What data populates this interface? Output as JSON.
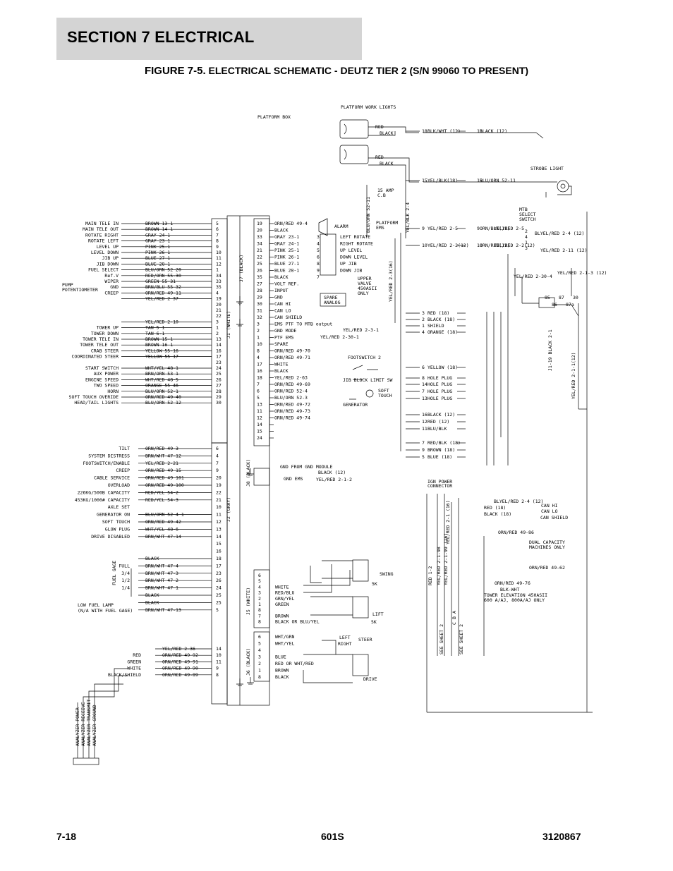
{
  "header": {
    "section_label": "SECTION 7   ELECTRICAL"
  },
  "figure": {
    "prefix": "FIGURE 7-5.",
    "title": "ELECTRICAL SCHEMATIC - DEUTZ TIER 2 (S/N 99060 TO PRESENT)"
  },
  "footer": {
    "page": "7-18",
    "model": "601S",
    "doc_number": "3120867"
  },
  "schematic": {
    "top_labels": {
      "platform_box": "PLATFORM BOX",
      "work_lights": "PLATFORM WORK LIGHTS",
      "strobe": "STROBE LIGHT",
      "mtb_select": [
        "MTB",
        "SELECT",
        "SWITCH"
      ],
      "cb": [
        "15 AMP",
        "C.B"
      ],
      "alarm": "ALARM",
      "platform_ems": [
        "PLATFORM",
        "EMS"
      ],
      "upper_valve": [
        "UPPER",
        "VALVE",
        "450ASII",
        "ONLY"
      ],
      "spare_analog": [
        "SPARE",
        "ANALOG"
      ],
      "footswitch2": "FOOTSWITCH 2",
      "jib_limit": "JIB BLOCK LIMIT SW",
      "soft_touch": [
        "SOFT",
        "TOUCH"
      ],
      "generator": "GENERATOR",
      "gnd_from_module": "GND FROM GND MODULE",
      "gnd_ems": "GND EMS",
      "ign_power": [
        "IGN POWER",
        "CONNECTOR"
      ],
      "dual_capacity": [
        "DUAL CAPACITY",
        "MACHINES ONLY"
      ],
      "tower_elev": [
        "TOWER ELEVATION 450ASII",
        "600 A/AJ, 800A/AJ ONLY"
      ],
      "see_sheet": "SEE SHEET 2",
      "swing": "SWING",
      "lift": "LIFT",
      "steer": "STEER",
      "drive": "DRIVE",
      "left": "LEFT",
      "right": "RIGHT",
      "fuel_gage": "FUEL GAGE",
      "low_fuel": [
        "LOW FUEL LAMP",
        "(N/A WITH FUEL GAGE)"
      ],
      "pump_pot": [
        "PUMP",
        "POTENTIOMETER"
      ],
      "analyzer": [
        "ANALYZER POWER",
        "ANALYZER RECEIVE",
        "ANALYZER TRANSMIT",
        "ANALYZER GROUND"
      ]
    },
    "connectors": {
      "j1": "J1 (WHITE)",
      "j7": "J7 (BLACK)",
      "j2": "J2 (GRAY)",
      "j8": "J8 (BLACK)",
      "j5": "J5 (WHITE)",
      "j6": "J6 (BLACK)"
    },
    "j1_left": [
      [
        "MAIN TELE IN",
        "BROWN 13-1",
        "5"
      ],
      [
        "MAIN TELE OUT",
        "BROWN 14-1",
        "6"
      ],
      [
        "ROTATE RIGHT",
        "GRAY 24-1",
        "7"
      ],
      [
        "ROTATE LEFT",
        "GRAY 23-1",
        "8"
      ],
      [
        "LEVEL UP",
        "PINK 25-1",
        "9"
      ],
      [
        "LEVEL DOWN",
        "PINK 26-1",
        "10"
      ],
      [
        "JIB UP",
        "BLUE 27-1",
        "11"
      ],
      [
        "JIB DOWN",
        "BLUE 28-1",
        "12"
      ],
      [
        "FUEL SELECT",
        "BLU/ORN 52-20",
        "1"
      ],
      [
        "Ref.V",
        "RED/ORN 55-30",
        "34"
      ],
      [
        "WIPER",
        "GREEN 55-31",
        "33"
      ],
      [
        "GND",
        "BRN/BLU 55-32",
        "35"
      ],
      [
        "CREEP",
        "ORN/RED 49-11",
        "4"
      ],
      [
        "",
        "YEL/RED 2-37",
        "19"
      ],
      [
        "",
        "",
        "20"
      ],
      [
        "",
        "",
        "21"
      ],
      [
        "",
        "",
        "22"
      ],
      [
        "",
        "YEL/RED 2-10",
        "3"
      ],
      [
        "TOWER UP",
        "TAN 5-1",
        "1"
      ],
      [
        "TOWER DOWN",
        "TAN 6-1",
        "2"
      ],
      [
        "TOWER TELE IN",
        "BROWN 15-1",
        "13"
      ],
      [
        "TOWER TELE OUT",
        "BROWN 16-1",
        "14"
      ],
      [
        "CRAB STEER",
        "YELLOW 55-16",
        "16"
      ],
      [
        "COORDINATED STEER",
        "YELLOW 55-17",
        "17"
      ],
      [
        "",
        "",
        "23"
      ],
      [
        "START SWITCH",
        "WHT/YEL 48-1",
        "24"
      ],
      [
        "AUX POWER",
        "BRN/ORN 53-1",
        "25"
      ],
      [
        "ENGINE SPEED",
        "WHT/RED 48-5",
        "26"
      ],
      [
        "TWO SPEED",
        "ORANGE 55-46",
        "27"
      ],
      [
        "HORN",
        "BLU/ORN 52-1",
        "28"
      ],
      [
        "SOFT TOUCH OVERIDE",
        "ORN/RED 49-40",
        "29"
      ],
      [
        "HEAD/TAIL LIGHTS",
        "BLU/ORN 52-12",
        "30"
      ]
    ],
    "j7_right": [
      [
        "19",
        "ORN/RED 49-4"
      ],
      [
        "20",
        "BLACK"
      ],
      [
        "33",
        "GRAY 23-1",
        "3",
        "LEFT ROTATE"
      ],
      [
        "34",
        "GRAY 24-1",
        "4",
        "RIGHT ROTATE"
      ],
      [
        "21",
        "PINK 25-1",
        "5",
        "UP LEVEL"
      ],
      [
        "22",
        "PINK 26-1",
        "6",
        "DOWN LEVEL"
      ],
      [
        "25",
        "BLUE 27-1",
        "8",
        "UP JIB"
      ],
      [
        "26",
        "BLUE 28-1",
        "9",
        "DOWN JIB"
      ],
      [
        "35",
        "BLACK",
        "7"
      ],
      [
        "27",
        "VOLT REF."
      ],
      [
        "28",
        "INPUT"
      ],
      [
        "29",
        "GND"
      ],
      [
        "30",
        "CAN HI"
      ],
      [
        "31",
        "CAN LO"
      ],
      [
        "32",
        "CAN SHIELD"
      ],
      [
        "3",
        "EMS PTF TO MTB output"
      ],
      [
        "2",
        "GND MODE"
      ],
      [
        "1",
        "PTF EMS"
      ],
      [
        "10",
        "SPARE"
      ],
      [
        "8",
        "ORN/RED 49-70"
      ],
      [
        "4",
        "ORN/RED 49-71"
      ],
      [
        "17",
        "WHITE"
      ],
      [
        "16",
        "BLACK"
      ],
      [
        "18",
        "YEL/RED 2-63"
      ],
      [
        "7",
        "ORN/RED 49-69"
      ],
      [
        "6",
        "ORN/RED 52-4"
      ],
      [
        "5",
        "BLU/ORN 52-3"
      ],
      [
        "13",
        "ORN/RED 49-72"
      ],
      [
        "11",
        "ORN/RED 49-73"
      ],
      [
        "12",
        "ORN/RED 49-74"
      ],
      [
        "14",
        ""
      ],
      [
        "15",
        ""
      ],
      [
        "24",
        ""
      ]
    ],
    "j2_left": [
      [
        "TILT",
        "ORN/RED 49-3",
        "6"
      ],
      [
        "SYSTEM DISTRESS",
        "BRN/WHT 47-12",
        "4"
      ],
      [
        "FOOTSWITCH/ENABLE",
        "YEL/RED 2-21",
        "7"
      ],
      [
        "CREEP",
        "ORN/RED 49-15",
        "9"
      ],
      [
        "CABLE SERVICE",
        "ORN/RED 49-101",
        "20"
      ],
      [
        "OVERLOAD",
        "ORN/RED 49-100",
        "19"
      ],
      [
        "226KG/500B CAPACITY",
        "RED/YEL 54-2",
        "22"
      ],
      [
        "453KG/1000# CAPACITY",
        "RED/YEL 54-3",
        "21"
      ],
      [
        "AXLE SET",
        "",
        "10"
      ],
      [
        "GENERATOR ON",
        "BLU/ORN 52-4-1",
        "11"
      ],
      [
        "SOFT TOUCH",
        "ORN/RED 49-42",
        "12"
      ],
      [
        "GLOW PLUG",
        "WHT/YEL 48-6",
        "13"
      ],
      [
        "DRIVE DISABLED",
        "BRN/WHT 47-14",
        "14"
      ],
      [
        "",
        "",
        "15"
      ],
      [
        "",
        "",
        "16"
      ],
      [
        "",
        "BLACK",
        "18"
      ],
      [
        "FULL",
        "BRN/WHT 47-4",
        "17"
      ],
      [
        "3/4",
        "BRN/WHT 47-3",
        "23"
      ],
      [
        "1/2",
        "BRN/WHT 47-2",
        "26"
      ],
      [
        "1/4",
        "BRN/WHT 47-1",
        "24"
      ],
      [
        "",
        "BLACK",
        "25"
      ],
      [
        "",
        "BLACK",
        "25"
      ],
      [
        "",
        "BRN/WHT 47-13",
        "5"
      ]
    ],
    "j2_lower": [
      [
        "",
        "YEL/RED 2-36",
        "14"
      ],
      [
        "RED",
        "ORN/RED 49-92",
        "10"
      ],
      [
        "GREEN",
        "ORN/RED 49-91",
        "11"
      ],
      [
        "WHITE",
        "ORN/RED 49-90",
        "9"
      ],
      [
        "BLACK/SHIELD",
        "ORN/RED 49-89",
        "8"
      ]
    ],
    "j5_right": [
      [
        "6",
        ""
      ],
      [
        "5",
        ""
      ],
      [
        "4",
        "WHITE"
      ],
      [
        "3",
        "RED/BLU"
      ],
      [
        "2",
        "GRN/YEL"
      ],
      [
        "1",
        "GREEN"
      ],
      [
        "8",
        ""
      ],
      [
        "7",
        "BROWN"
      ],
      [
        "8",
        "BLACK OR BLU/YEL"
      ]
    ],
    "j6_right": [
      [
        "6",
        "WHT/GRN"
      ],
      [
        "5",
        "WHT/YEL"
      ],
      [
        "4",
        ""
      ],
      [
        "3",
        "BLUE"
      ],
      [
        "2",
        "RED OR WHT/RED"
      ],
      [
        "1",
        "BROWN"
      ],
      [
        "8",
        "BLACK"
      ]
    ],
    "right_wires": [
      [
        "18",
        "BLK/WHT (12)",
        "18",
        "BLACK (12)"
      ],
      [
        "15",
        "YEL/BLK(18)",
        "15",
        "BLU/ORN 52-11"
      ],
      [
        "9",
        "YEL/RED 2-5",
        "9",
        "ORN/BLK(18)",
        "YEL/RED 2-5"
      ],
      [
        "10",
        "YEL/RED 2-2(12)",
        "10",
        "ORN/RED(12)",
        "YEL/RED 2-2(12)"
      ],
      [
        "3",
        "RED (18)"
      ],
      [
        "2",
        "BLACK (18)"
      ],
      [
        "1",
        "SHIELD"
      ],
      [
        "4",
        "ORANGE (18)"
      ],
      [
        "6",
        "YELLOW (18)"
      ],
      [
        "8",
        "HOLE PLUG"
      ],
      [
        "14",
        "HOLE PLUG"
      ],
      [
        "7",
        "HOLE PLUG"
      ],
      [
        "13",
        "HOLE PLUG"
      ],
      [
        "16",
        "BLACK (12)"
      ],
      [
        "12",
        "RED (12)"
      ],
      [
        "11",
        "BLU/BLK"
      ],
      [
        "7",
        "RED/BLK (18)"
      ],
      [
        "9",
        "BROWN (18)"
      ],
      [
        "5",
        "BLUE (18)"
      ]
    ],
    "misc": {
      "yel_red_2_4": "BLYEL/RED 2-4 (12)",
      "can_hi": "CAN HI",
      "can_lo": "CAN LO",
      "can_shield": "CAN SHIELD",
      "red_18": "RED (18)",
      "black_18": "BLACK (18)",
      "orn_red_49_86": "ORN/RED 49-86",
      "orn_red_49_62": "ORN/RED 49-62",
      "orn_red_49_76": "ORN/RED 49-76",
      "blk_wht": "BLK-WHT",
      "yel_red_2_30_4": "YEL/RED 2-30-4",
      "yel_red_2_1_3": "YEL/RED 2-1-3 (12)",
      "yel_red_2_11": "YEL/RED 2-11 (12)",
      "j1_19_black": "J1-19 BLACK 2-1",
      "yel_red_2_1_12": "YEL/RED 2-1-1(12)",
      "yel_red_2_3": "YEL/RED 2-3(16)",
      "blu_orn_52_11": "BLU/ORN 52-11",
      "yel_blk_2_4": "YEL/BLK 2-4",
      "yel_red_2_3_1": "YEL/RED 2-3-1",
      "yel_red_2_30_1": "YEL/RED 2-30-1",
      "black_12": "BLACK (12)",
      "yel_red_2_1_2": "YEL/RED 2-1-2",
      "red_1_2": "RED 1-2",
      "yel_red_2_1_98": "YEL/RED 2-1-98",
      "yel_red_2_1_99": "YEL/RED 2-1-99 (16)",
      "yel_red_2_1_16": "YEL/RED 2-1 (16)",
      "relay_labels": [
        "30",
        "87a",
        "87",
        "86",
        "85"
      ],
      "swing_5k": "5K",
      "lift_5k": "5K",
      "mtb_pins": [
        "2",
        "4",
        "1",
        "3"
      ],
      "red": "RED",
      "black": "BLACK",
      "sheet_letters": [
        "A",
        "B",
        "C"
      ]
    }
  }
}
